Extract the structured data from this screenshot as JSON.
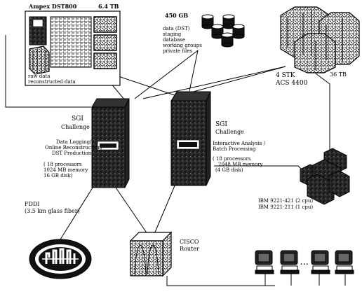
{
  "nodes": {
    "ampex": {
      "title": "Ampex DST800",
      "capacity": "6.4 TB",
      "note1": "raw data",
      "note2": "reconstructed data"
    },
    "disk450": {
      "capacity": "450 GB",
      "line1": "data (DST)",
      "line2": "staging",
      "line3": "database",
      "line4": "working groups",
      "line5": "private files"
    },
    "stk": {
      "line1": "4 STK",
      "line2": "ACS 4400",
      "capacity": "36 TB"
    },
    "sgi1": {
      "line1": "SGI",
      "line2": "Challenge",
      "role1": "Data Logging/",
      "role2": "Online Reconstruction/",
      "role3": "DST Production",
      "spec1": "( 18 processors",
      "spec2": "1024 MB memory",
      "spec3": "16 GB disk)"
    },
    "sgi2": {
      "line1": "SGI",
      "line2": "Challenge",
      "role1": "Interactive Analysis /",
      "role2": "Batch Processing",
      "spec1": "( 18 processors",
      "spec2": "2048 MB memory",
      "spec3": "(4 GB disk)"
    },
    "ibm": {
      "line1": "IBM 9221-421 (2 cpu)",
      "line2": "IBM 9221-211 (1 cpu)"
    },
    "fddi": {
      "line1": "FDDI",
      "line2": "(3.5 km glass fiber)"
    },
    "cisco": {
      "line1": "CISCO",
      "line2": "Router"
    },
    "workstations": {
      "ellipsis": "..."
    }
  }
}
